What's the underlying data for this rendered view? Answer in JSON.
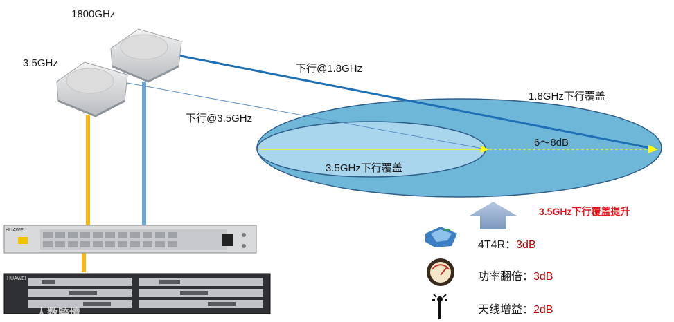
{
  "radio_units": [
    {
      "label": "1800GHz"
    },
    {
      "label": "3.5GHz"
    }
  ],
  "links": {
    "downlink_18": "下行@1.8GHz",
    "downlink_35": "下行@3.5GHz"
  },
  "coverage": {
    "outer": "1.8GHz下行覆盖",
    "inner": "3.5GHz下行覆盖",
    "gap": "6～8dB"
  },
  "improvement": {
    "title": "3.5GHz下行覆盖提升"
  },
  "gains": [
    {
      "name": "4T4R：",
      "value": "3dB",
      "icon": "antenna-device-icon"
    },
    {
      "name": "功率翻倍：",
      "value": "3dB",
      "icon": "power-meter-icon"
    },
    {
      "name": "天线增益：",
      "value": "2dB",
      "icon": "antenna-tower-icon"
    }
  ],
  "equipment": {
    "brand_top": "HUAWEI",
    "brand_bottom": "HUAWEI"
  },
  "watermark": "人数跨境",
  "colors": {
    "outer_ellipse": "#6fb7d9",
    "inner_ellipse": "#a9d6ec",
    "line_18": "#1f6fb5",
    "line_35": "#5b8fc9",
    "fiber_yellow": "#f5b81a",
    "fiber_blue": "#6aa8dd",
    "arrow_yellow": "#ffff00",
    "accent_red": "#e8141c"
  }
}
